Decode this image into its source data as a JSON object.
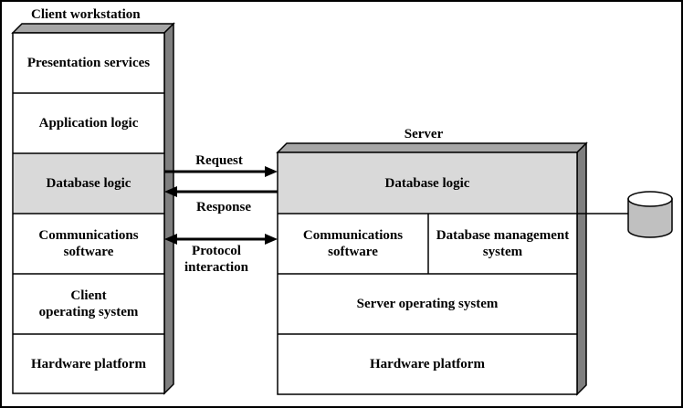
{
  "client": {
    "title": "Client workstation",
    "layers": [
      "Presentation services",
      "Application logic",
      "Database logic",
      "Communications\nsoftware",
      "Client\noperating system",
      "Hardware platform"
    ]
  },
  "server": {
    "title": "Server",
    "database_logic": "Database logic",
    "communications": "Communications\nsoftware",
    "dbms": "Database management\nsystem",
    "os": "Server operating system",
    "hardware": "Hardware platform"
  },
  "arrows": {
    "request": "Request",
    "response": "Response",
    "protocol": "Protocol\ninteraction"
  },
  "colors": {
    "highlight": "#d9d9d9",
    "box_side": "#7f7f7f",
    "box_top": "#a6a6a6",
    "stroke": "#000000",
    "database_top": "#ffffff",
    "database_body": "#c0c0c0"
  }
}
